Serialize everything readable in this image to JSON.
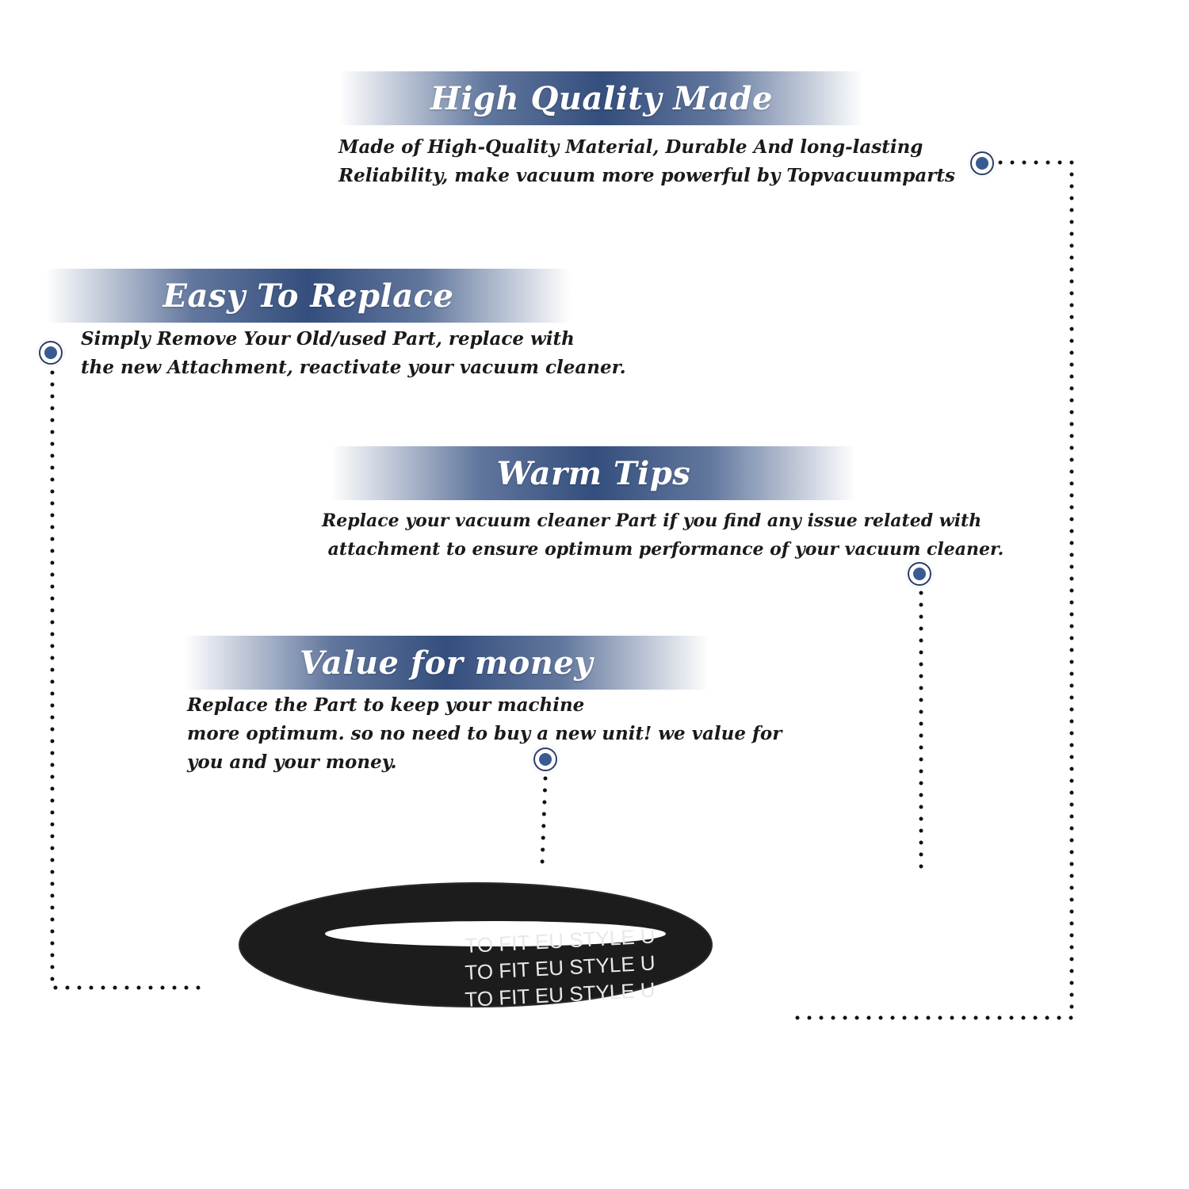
{
  "sections": [
    {
      "title": "High Quality Made",
      "lines": [
        "Made of  High-Quality Material, Durable And long-lasting",
        "Reliability, make vacuum more powerful by Topvacuumparts"
      ]
    },
    {
      "title": "Easy To Replace",
      "lines": [
        "Simply Remove Your Old/used Part, replace with",
        "the new Attachment, reactivate your vacuum cleaner."
      ]
    },
    {
      "title": "Warm Tips",
      "lines": [
        "Replace your vacuum cleaner Part if you find any issue related with",
        " attachment to ensure optimum performance of your vacuum cleaner."
      ]
    },
    {
      "title": "Value for money",
      "lines": [
        "Replace the Part to keep your machine",
        "more optimum. so no need to buy a new unit! we value for",
        "you and your money."
      ]
    }
  ],
  "belt": {
    "print_lines": [
      "TO FIT EU STYLE U",
      "TO FIT EU STYLE U",
      "TO FIT EU STYLE U"
    ]
  },
  "colors": {
    "banner": "#344e7d",
    "marker": "#3a5a93",
    "dots": "#111111",
    "belt": "#1c1c1c"
  },
  "icons": [
    "bullet-marker-icon"
  ]
}
